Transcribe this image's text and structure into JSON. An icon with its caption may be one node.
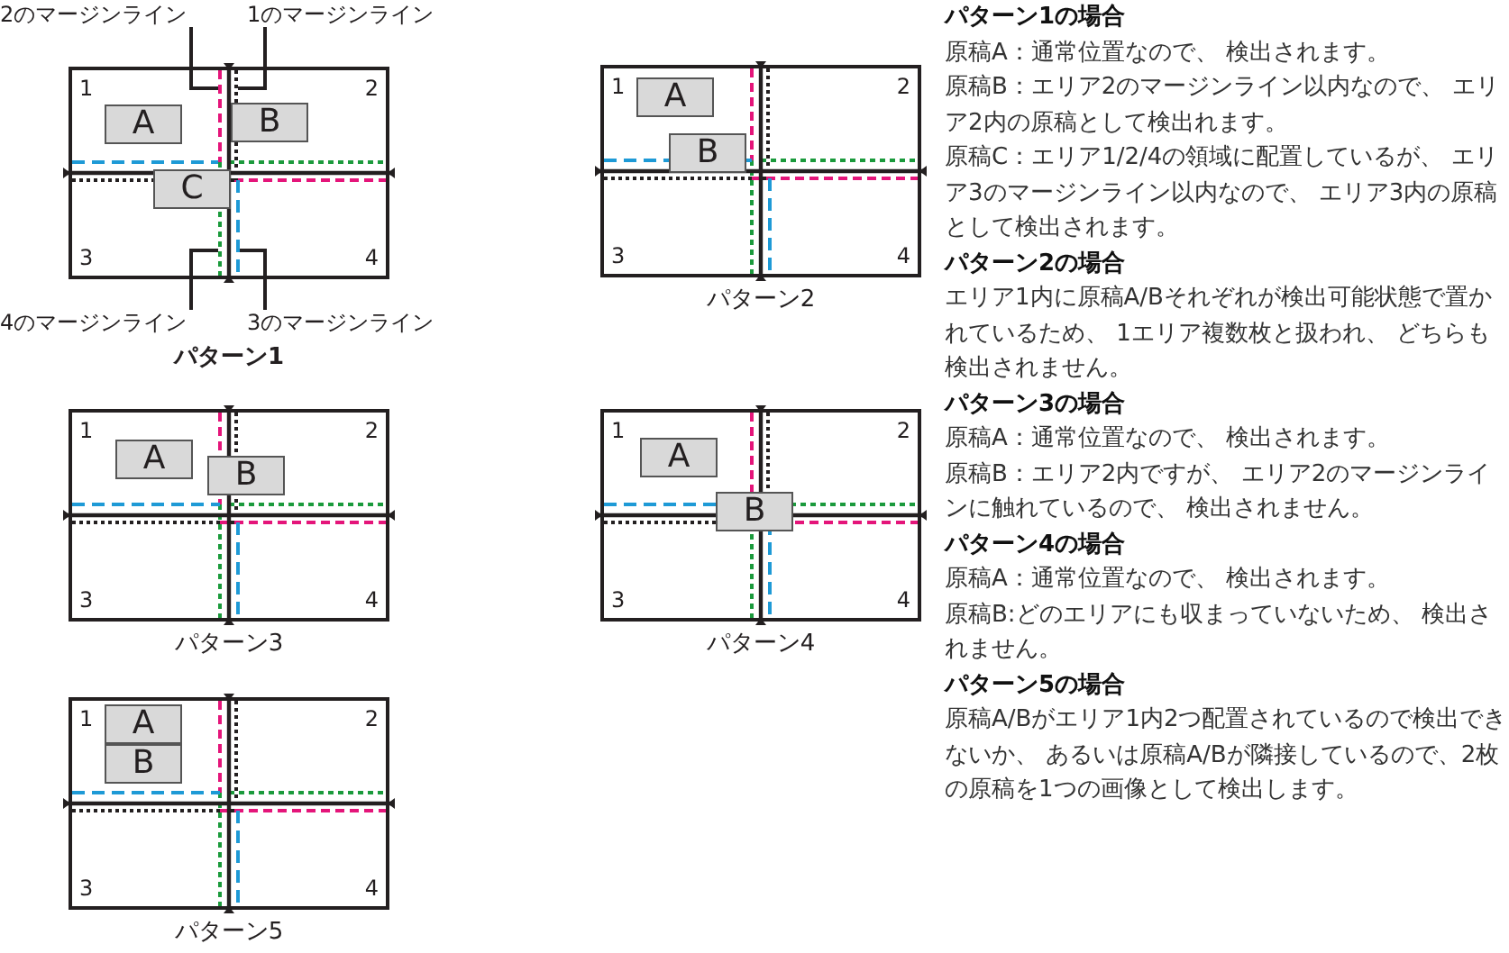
{
  "diagram": {
    "nodes": [
      {
        "text": [
          "2のマージンライン"
        ]
      },
      {
        "text": [
          "1のマージンライン"
        ]
      },
      {
        "text": [
          "1",
          "2",
          "3",
          "4"
        ]
      },
      {
        "text": [
          "A"
        ],
        "in": 2
      },
      {
        "text": [
          "B"
        ],
        "in": 2
      },
      {
        "text": [
          "C"
        ],
        "in": 2
      },
      {
        "text": [
          "4のマージンライン"
        ]
      },
      {
        "text": [
          "3のマージンライン"
        ]
      },
      {
        "text": [
          "1",
          "2",
          "3",
          "4"
        ],
        "beside": [
          "パターン2"
        ]
      },
      {
        "text": [
          "A"
        ],
        "in": 8
      },
      {
        "text": [
          "B"
        ],
        "in": 8
      },
      {
        "text": [
          "1",
          "2",
          "3",
          "4"
        ],
        "beside": [
          "パターン3"
        ]
      },
      {
        "text": [
          "A"
        ],
        "in": 11
      },
      {
        "text": [
          "B"
        ],
        "in": 11
      },
      {
        "text": [
          "1",
          "2",
          "3",
          "4"
        ],
        "beside": [
          "パターン4"
        ]
      },
      {
        "text": [
          "A"
        ],
        "in": 14
      },
      {
        "text": [
          "B"
        ],
        "in": 14
      },
      {
        "text": [
          "1",
          "2",
          "3",
          "4"
        ],
        "beside": [
          "パターン5"
        ]
      },
      {
        "text": [
          "A"
        ],
        "in": 17
      },
      {
        "text": [
          "B"
        ],
        "in": 17
      },
      {
        "text": [],
        "shape": "line",
        "in": 2
      },
      {
        "text": [],
        "shape": "line",
        "in": 2
      },
      {
        "text": [],
        "shape": "line",
        "in": 2
      },
      {
        "text": [],
        "shape": "line",
        "in": 2
      }
    ],
    "edges": [
      {
        "from": 0,
        "to": 20,
        "arrow": "none"
      },
      {
        "from": 1,
        "to": 21,
        "arrow": "none"
      },
      {
        "from": 6,
        "to": 22,
        "arrow": "none"
      },
      {
        "from": 7,
        "to": 23,
        "arrow": "none"
      }
    ],
    "labels": [
      "パターン1",
      "パターン1の場合",
      "原稿A：通常位置なので、 検出されます。",
      "原稿B：エリア2のマージンライン以内なので、 エリア2内の原稿として検出れます。",
      "原稿C：エリア1/2/4の領域に配置しているが、 エリア3のマージンライン以内なので、 エリア3内の原稿として検出されます。",
      "パターン2の場合",
      "エリア1内に原稿A/Bそれぞれが検出可能状態で置かれているため、 1エリア複数枚と扱われ、 どちらも検出されません。",
      "パターン3の場合",
      "原稿A：通常位置なので、 検出されます。",
      "原稿B：エリア2内ですが、 エリア2のマージンラインに触れているので、 検出されません。",
      "パターン4の場合",
      "原稿A：通常位置なので、 検出されます。",
      "原稿B:どのエリアにも収まっていないため、 検出されません。",
      "パターン5の場合",
      "原稿A/Bがエリア1内2つ配置されているので検出できないか、 あるいは原稿A/Bが隣接しているので、2枚の原稿を1つの画像として検出します。"
    ]
  }
}
